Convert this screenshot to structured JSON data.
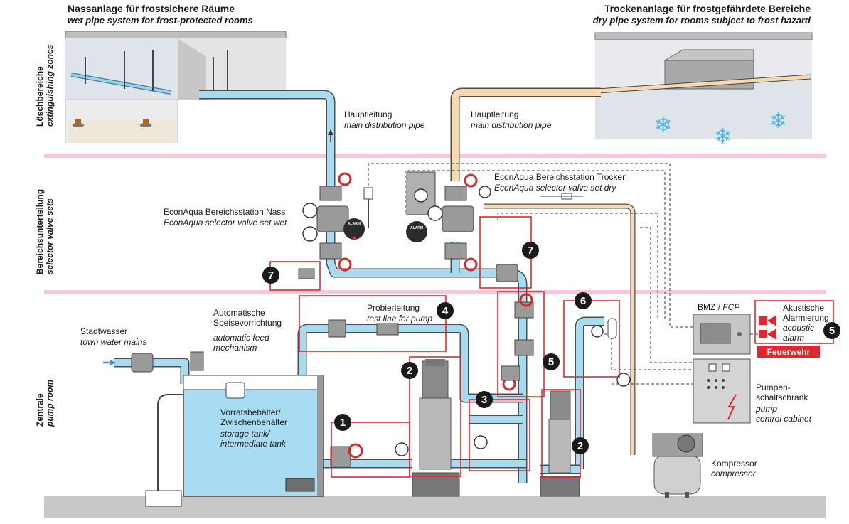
{
  "header": {
    "wet_title_de": "Nassanlage für frostsichere Räume",
    "wet_title_en": "wet pipe system for frost-protected rooms",
    "dry_title_de": "Trockenanlage für frostgefährdete Bereiche",
    "dry_title_en": "dry pipe system for rooms subject to frost hazard"
  },
  "zones": [
    {
      "de": "Löschbereiche",
      "en": "extinguishing zones"
    },
    {
      "de": "Bereichsunterteilung",
      "en": "selector valve sets"
    },
    {
      "de": "Zentrale",
      "en": "pump room"
    }
  ],
  "labels": {
    "main_pipe_wet_de": "Hauptleitung",
    "main_pipe_wet_en": "main distribution pipe",
    "main_pipe_dry_de": "Hauptleitung",
    "main_pipe_dry_en": "main distribution pipe",
    "station_wet_de": "EconAqua Bereichsstation Nass",
    "station_wet_en": "EconAqua selector valve set wet",
    "station_dry_de": "EconAqua Bereichsstation Trocken",
    "station_dry_en": "EconAqua selector valve set dry",
    "feed_de_1": "Automatische",
    "feed_de_2": "Speisevorrichtung",
    "feed_en_1": "automatic feed",
    "feed_en_2": "mechanism",
    "town_de": "Stadtwasser",
    "town_en": "town water mains",
    "test_de": "Probierleitung",
    "test_en": "test line for pump",
    "tank_de_1": "Vorratsbehälter/",
    "tank_de_2": "Zwischenbehälter",
    "tank_en_1": "storage tank/",
    "tank_en_2": "intermediate tank",
    "fcp_de": "BMZ / ",
    "fcp_en": "FCP",
    "alarm_de_1": "Akustische",
    "alarm_de_2": "Alarmierung",
    "alarm_en_1": "acoustic",
    "alarm_en_2": "alarm",
    "fire_brigade": "Feuerwehr",
    "cabinet_de_1": "Pumpen-",
    "cabinet_de_2": "schaltschrank",
    "cabinet_en_1": "pump",
    "cabinet_en_2": "control cabinet",
    "compressor_de": "Kompressor",
    "compressor_en": "compressor",
    "alarm_valve_wet": "ALARM",
    "alarm_valve_dry": "ALARM"
  },
  "markers": {
    "m1": "1",
    "m2a": "2",
    "m2b": "2",
    "m3": "3",
    "m4": "4",
    "m5a": "5",
    "m5b": "5",
    "m6": "6",
    "m7a": "7",
    "m7b": "7"
  },
  "colors": {
    "pipe_water": "#a9dbf0",
    "pipe_air": "#f6d9b3",
    "highlight": "#e3262d",
    "zone_divider": "#f6c8dc",
    "tank_water": "#a8dcf2",
    "floor": "#c8c8c8"
  }
}
